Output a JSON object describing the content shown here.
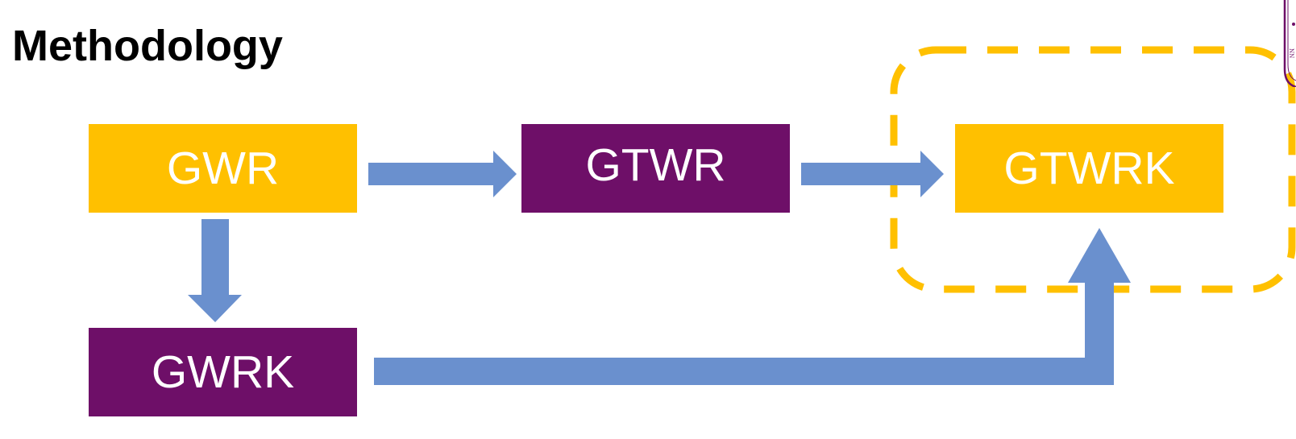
{
  "slide": {
    "title": "Methodology"
  },
  "nodes": {
    "gwr": {
      "label": "GWR"
    },
    "gtwr": {
      "label": "GTWR"
    },
    "gtwrk": {
      "label": "GTWRK"
    },
    "gwrk": {
      "label": "GWRK"
    }
  },
  "colors": {
    "gold": "#FFC000",
    "purple": "#6E0F68",
    "arrow": "#6A90CE",
    "dashed_border": "#FFC000"
  },
  "edges": [
    {
      "from": "GWR",
      "to": "GTWR"
    },
    {
      "from": "GTWR",
      "to": "GTWRK"
    },
    {
      "from": "GWR",
      "to": "GWRK"
    },
    {
      "from": "GWRK",
      "to": "GTWRK"
    }
  ],
  "highlight": {
    "target": "GTWRK",
    "style": "dashed rounded border"
  }
}
